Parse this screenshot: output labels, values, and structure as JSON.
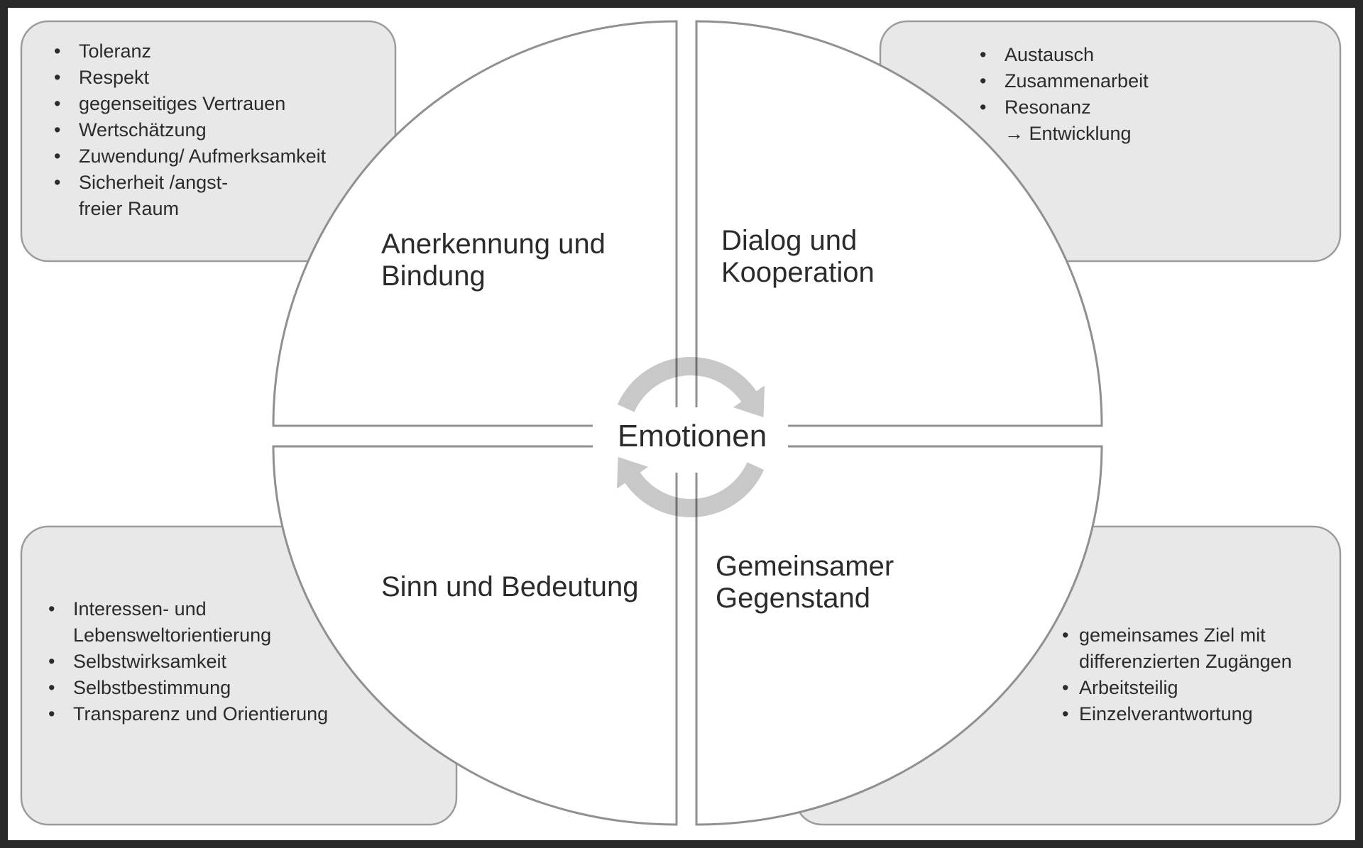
{
  "colors": {
    "box_fill": "#e8e8e8",
    "box_border": "#9b9b9b",
    "circle_border": "#909090",
    "arrow": "#c8c8c8",
    "frame": "#282828",
    "text": "#2b2b2b"
  },
  "center": {
    "label": "Emotionen",
    "icon": "cycle-arrows-icon"
  },
  "quadrants": {
    "top_left": {
      "title": [
        "Anerkennung und",
        "Bindung"
      ],
      "items": [
        "Toleranz",
        "Respekt",
        "gegenseitiges Vertrauen",
        "Wertschätzung",
        "Zuwendung/ Aufmerksamkeit",
        "Sicherheit /angst-\nfreier Raum"
      ]
    },
    "top_right": {
      "title": [
        "Dialog und",
        "Kooperation"
      ],
      "items": [
        "Austausch",
        "Zusammenarbeit",
        "Resonanz\n→ Entwicklung"
      ]
    },
    "bottom_left": {
      "title": [
        "Sinn und Bedeutung"
      ],
      "items": [
        "Interessen- und\nLebensweltorientierung",
        "Selbstwirksamkeit",
        "Selbstbestimmung",
        "Transparenz und Orientierung"
      ]
    },
    "bottom_right": {
      "title": [
        "Gemeinsamer",
        "Gegenstand"
      ],
      "items": [
        "gemeinsames Ziel mit\ndifferenzierten Zugängen",
        "Arbeitsteilig",
        "Einzelverantwortung"
      ]
    }
  }
}
